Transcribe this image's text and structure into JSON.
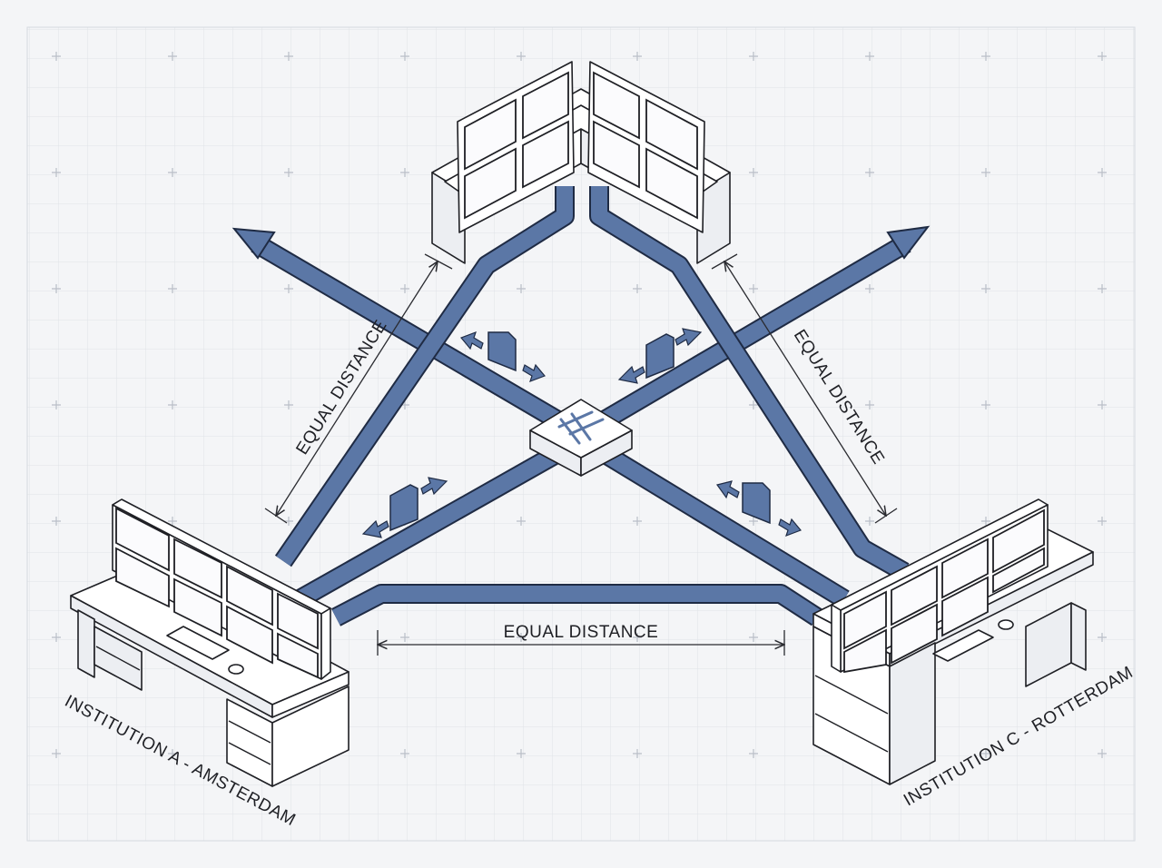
{
  "diagram": {
    "labels": {
      "equal_distance_left": "EQUAL DISTANCE",
      "equal_distance_right": "EQUAL DISTANCE",
      "equal_distance_bottom": "EQUAL DISTANCE",
      "institution_a": "INSTITUTION A - AMSTERDAM",
      "institution_c": "INSTITUTION C - ROTTERDAM"
    },
    "colors": {
      "pipe_fill": "#5b77a6",
      "pipe_outline": "#1f2b44",
      "grid_line": "#dfe2e7",
      "background": "#f4f5f7"
    },
    "icons": {
      "hub": "network-hub-icon",
      "documents": "document-transfer-icon"
    }
  }
}
